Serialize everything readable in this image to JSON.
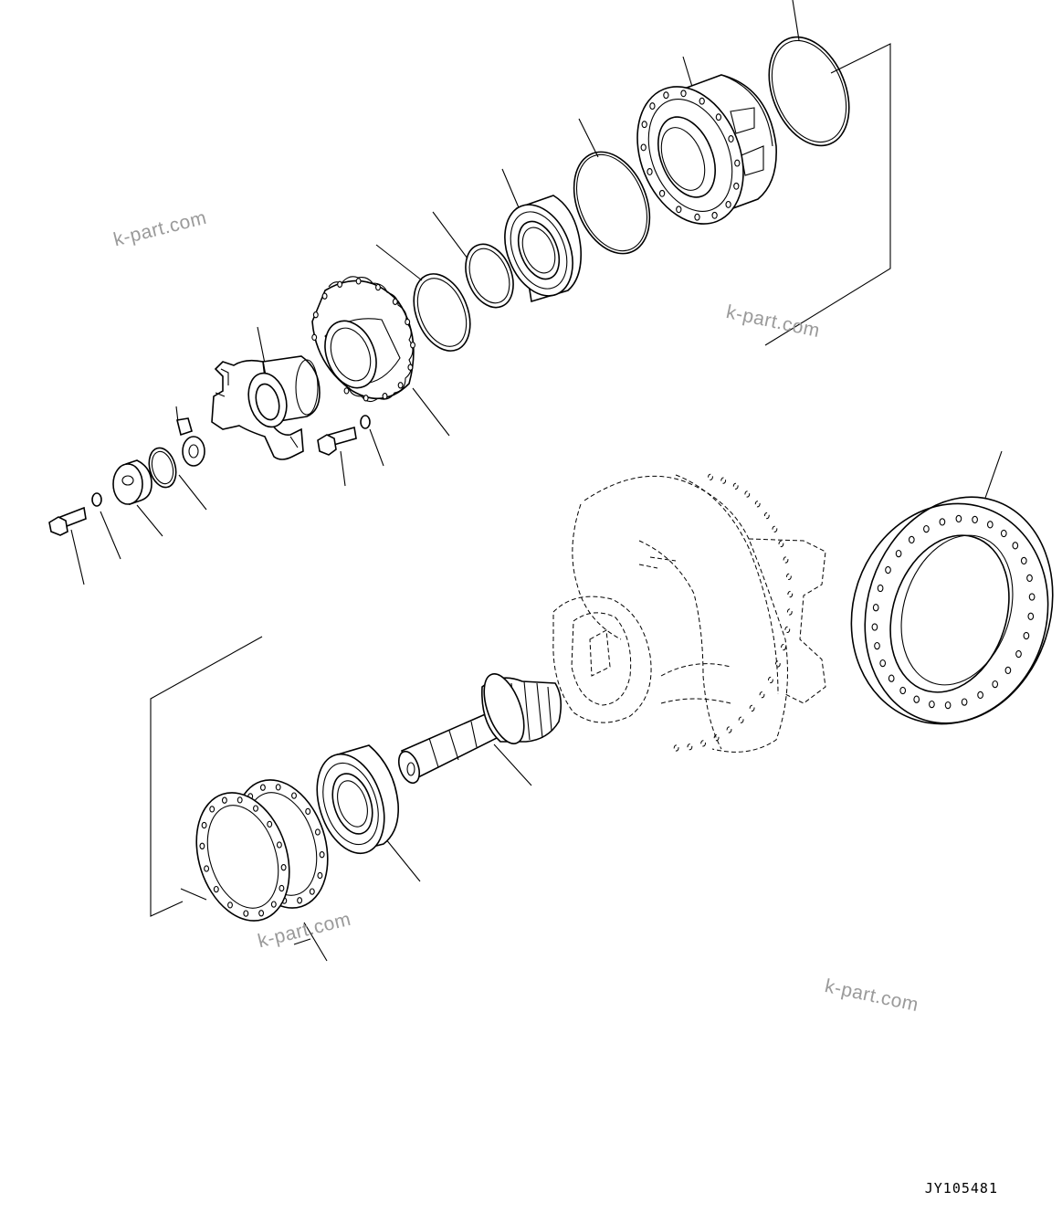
{
  "watermarks": [
    "k-part.com",
    "k-part.com",
    "k-part.com",
    "k-part.com"
  ],
  "drawing_code": "JY105481"
}
